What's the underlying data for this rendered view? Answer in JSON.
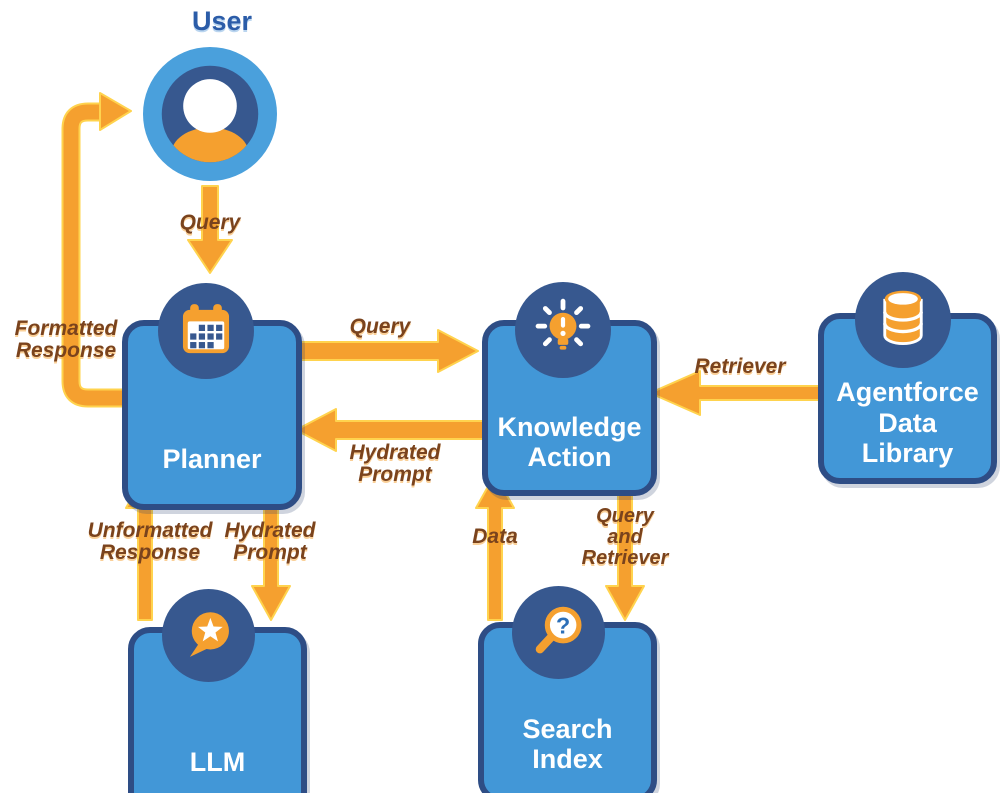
{
  "colors": {
    "box_fill": "#4297d7",
    "box_border": "#2e4d85",
    "icon_circle_navy": "#37588f",
    "arrow_orange": "#f5a02f",
    "arrow_outline_yellow": "#ffd34e",
    "edge_label_brown": "#7a431d",
    "user_label_blue": "#2b5ca8",
    "node_text_white": "#ffffff"
  },
  "nodes": {
    "user": {
      "label": "User",
      "icon": "user-avatar-icon"
    },
    "planner": {
      "label": "Planner",
      "icon": "calendar-icon"
    },
    "knowledge_action": {
      "lines": [
        "Knowledge",
        "Action"
      ],
      "icon": "lightbulb-idea-icon"
    },
    "agentforce_data_library": {
      "lines": [
        "Agentforce",
        "Data",
        "Library"
      ],
      "icon": "database-icon"
    },
    "llm": {
      "label": "LLM",
      "icon": "chat-star-icon"
    },
    "search_index": {
      "lines": [
        "Search",
        "Index"
      ],
      "icon": "magnifier-question-icon",
      "glyph": "?"
    }
  },
  "edges": {
    "user_to_planner": {
      "label_lines": [
        "Query"
      ]
    },
    "planner_to_user": {
      "label_lines": [
        "Formatted",
        "Response"
      ]
    },
    "planner_to_knowledge": {
      "label_lines": [
        "Query"
      ]
    },
    "knowledge_to_planner": {
      "label_lines": [
        "Hydrated",
        "Prompt"
      ]
    },
    "library_to_knowledge": {
      "label_lines": [
        "Retriever"
      ]
    },
    "llm_to_planner": {
      "label_lines": [
        "Unformatted",
        "Response"
      ]
    },
    "planner_to_llm": {
      "label_lines": [
        "Hydrated",
        "Prompt"
      ]
    },
    "search_to_knowledge": {
      "label_lines": [
        "Data"
      ]
    },
    "knowledge_to_search": {
      "label_lines": [
        "Query",
        "and",
        "Retriever"
      ]
    }
  }
}
